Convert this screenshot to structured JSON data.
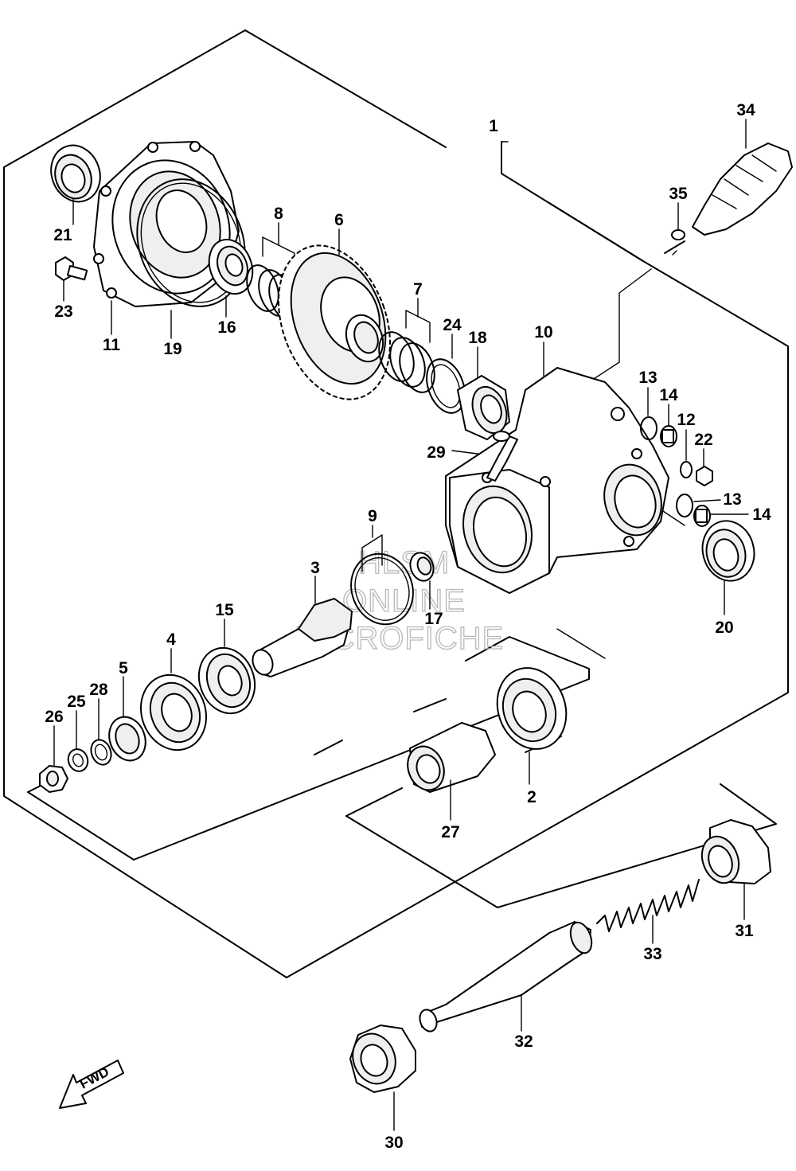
{
  "diagram": {
    "parts": [
      {
        "id": "p1",
        "label": "1"
      },
      {
        "id": "p2",
        "label": "2"
      },
      {
        "id": "p3",
        "label": "3"
      },
      {
        "id": "p4",
        "label": "4"
      },
      {
        "id": "p5",
        "label": "5"
      },
      {
        "id": "p6",
        "label": "6"
      },
      {
        "id": "p7",
        "label": "7"
      },
      {
        "id": "p8",
        "label": "8"
      },
      {
        "id": "p9",
        "label": "9"
      },
      {
        "id": "p10",
        "label": "10"
      },
      {
        "id": "p11",
        "label": "11"
      },
      {
        "id": "p12",
        "label": "12"
      },
      {
        "id": "p13a",
        "label": "13"
      },
      {
        "id": "p13b",
        "label": "13"
      },
      {
        "id": "p14a",
        "label": "14"
      },
      {
        "id": "p14b",
        "label": "14"
      },
      {
        "id": "p15",
        "label": "15"
      },
      {
        "id": "p16",
        "label": "16"
      },
      {
        "id": "p17",
        "label": "17"
      },
      {
        "id": "p18",
        "label": "18"
      },
      {
        "id": "p19",
        "label": "19"
      },
      {
        "id": "p20",
        "label": "20"
      },
      {
        "id": "p21",
        "label": "21"
      },
      {
        "id": "p22",
        "label": "22"
      },
      {
        "id": "p23",
        "label": "23"
      },
      {
        "id": "p24",
        "label": "24"
      },
      {
        "id": "p25",
        "label": "25"
      },
      {
        "id": "p26",
        "label": "26"
      },
      {
        "id": "p27",
        "label": "27"
      },
      {
        "id": "p28",
        "label": "28"
      },
      {
        "id": "p29",
        "label": "29"
      },
      {
        "id": "p30",
        "label": "30"
      },
      {
        "id": "p31",
        "label": "31"
      },
      {
        "id": "p32",
        "label": "32"
      },
      {
        "id": "p33",
        "label": "33"
      },
      {
        "id": "p34",
        "label": "34"
      },
      {
        "id": "p35",
        "label": "35"
      }
    ],
    "watermark": {
      "line1": "HLSM",
      "line2": "ONLINE",
      "line3": "MICROFICHE"
    },
    "fwd_label": "FWD"
  }
}
